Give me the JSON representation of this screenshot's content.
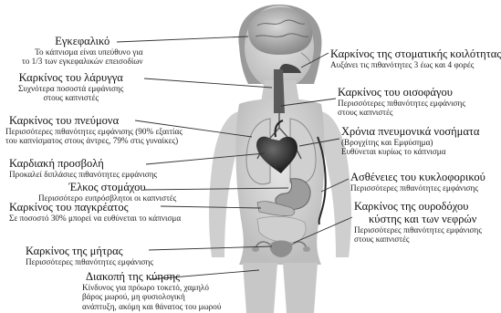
{
  "labels": {
    "brain": {
      "title": "Εγκεφαλικό",
      "lines": [
        "Το κάπνισμα είναι υπεύθυνο για",
        "το 1/3 των εγκεφαλικών επεισοδίων"
      ]
    },
    "larynx": {
      "title": "Καρκίνος του λάρυγγα",
      "lines": [
        "Συχνότερα ποσοστά εμφάνισης",
        "στους καπνιστές"
      ]
    },
    "lung_cancer": {
      "title": "Καρκίνος του πνεύμονα",
      "lines": [
        "Περισσότερες πιθανότητες εμφάνισης (90% εξαιτίας",
        "του καπνίσματος στους άντρες, 79% στις γυναίκες)"
      ]
    },
    "heart": {
      "title": "Καρδιακή προσβολή",
      "lines": [
        "Προκαλεί διπλάσιες πιθανότητες εμφάνισης"
      ]
    },
    "ulcer": {
      "title": "Έλκος στομάχου",
      "lines": [
        "Περισσότερο ευπρόσβλητοι οι καπνιστές"
      ]
    },
    "pancreas": {
      "title": "Καρκίνος του παγκρέατος",
      "lines": [
        "Σε ποσοστό 30% μπορεί να ευθύνεται το κάπνισμα"
      ]
    },
    "uterus": {
      "title": "Καρκίνος της μήτρας",
      "lines": [
        "Περισσότερες πιθανότητες εμφάνισης"
      ]
    },
    "pregnancy": {
      "title": "Διακοπή της κύησης",
      "lines": [
        "Κίνδυνος για πρόωρο τοκετό, χαμηλό",
        "βάρος μωρού, μη φυσιολογική",
        "ανάπτυξη, ακόμη και θάνατος του μωρού"
      ]
    },
    "oral": {
      "title": "Καρκίνος της στοματικής κοιλότητας",
      "lines": [
        "Αυξάνει τις πιθανότητες 3 έως και 4 φορές"
      ]
    },
    "esophagus": {
      "title": "Καρκίνος του οισοφάγου",
      "lines": [
        "Περισσότερες πιθανότητες εμφάνισης",
        "στους καπνιστές"
      ]
    },
    "copd": {
      "title": "Χρόνια πνευμονικά νοσήματα",
      "lines": [
        "(Βρογχίτης και Εμφύσημα)",
        "Ευθύνεται κυρίως το κάπνισμα"
      ]
    },
    "circulatory": {
      "title": "Ασθένειες του κυκλοφορικού",
      "lines": [
        "Περισσότερες πιθανότητες εμφάνισης"
      ]
    },
    "bladder": {
      "title": "Καρκίνος της ουροδόχου",
      "title2": "κύστης και των νεφρών",
      "lines": [
        "Περισσότερες πιθανότητες εμφάνισης",
        "στους καπνιστές"
      ]
    }
  }
}
